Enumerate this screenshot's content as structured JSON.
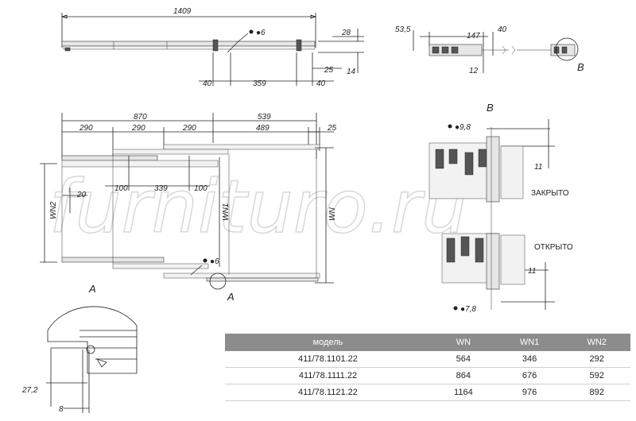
{
  "watermark": "furnituro.ru",
  "top_view": {
    "dims": {
      "total": "1409",
      "height": "28",
      "thickness": "14",
      "end_gap": "25",
      "left_40": "40",
      "mid_359": "359",
      "right_40": "40",
      "hole": "●6"
    }
  },
  "profile_view": {
    "dims": {
      "h53": "53,5",
      "w147": "147",
      "w40": "40",
      "h12": "12"
    },
    "callout": "B"
  },
  "plan_view": {
    "dims": {
      "d870": "870",
      "d539": "539",
      "d290a": "290",
      "d290b": "290",
      "d290c": "290",
      "d489": "489",
      "d25": "25",
      "d20": "20",
      "d100a": "100",
      "d339": "339",
      "d100b": "100",
      "wn2": "WN2",
      "wn1": "WN1",
      "wn": "WN",
      "hole": "●6",
      "callout": "A"
    }
  },
  "detail_b": {
    "title": "B",
    "dims": {
      "top_hole": "●9,8",
      "top_11": "11",
      "bot_11": "11",
      "bot_hole": "●7,8"
    },
    "closed_label": "ЗАКРЫТО",
    "open_label": "ОТКРЫТО"
  },
  "detail_a": {
    "title": "A",
    "dims": {
      "h272": "27,2",
      "w8": "8"
    }
  },
  "table": {
    "headers": [
      "модель",
      "WN",
      "WN1",
      "WN2"
    ],
    "rows": [
      [
        "411/78.1101.22",
        "564",
        "346",
        "292"
      ],
      [
        "411/78.1111.22",
        "864",
        "676",
        "592"
      ],
      [
        "411/78.1121.22",
        "1164",
        "976",
        "892"
      ]
    ]
  }
}
